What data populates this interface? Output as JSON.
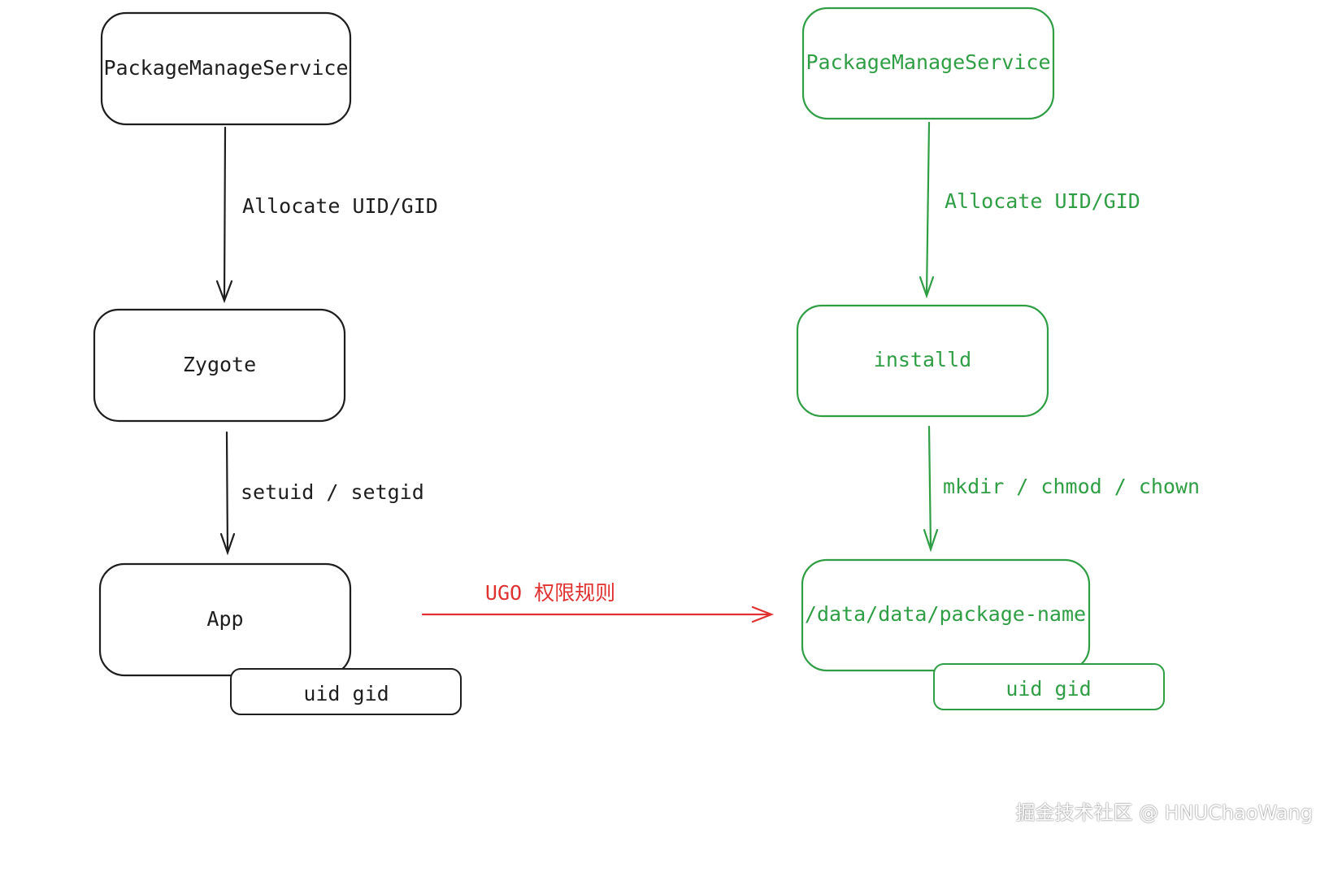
{
  "left_column": {
    "pms_label": "PackageManageService",
    "allocate_label": "Allocate UID/GID",
    "zygote_label": "Zygote",
    "setuid_label": "setuid / setgid",
    "app_label": "App",
    "app_uid_gid_label": "uid gid"
  },
  "right_column": {
    "pms_label": "PackageManageService",
    "allocate_label": "Allocate UID/GID",
    "installd_label": "installd",
    "mkdir_label": "mkdir / chmod / chown",
    "data_dir_label": "/data/data/package-name",
    "dir_uid_gid_label": "uid gid"
  },
  "connector": {
    "ugo_label": "UGO 权限规则"
  },
  "watermark": "掘金技术社区 @ HNUChaoWang",
  "colors": {
    "left": "#1e1e1e",
    "right": "#2f9e44",
    "connector": "#e03131"
  }
}
